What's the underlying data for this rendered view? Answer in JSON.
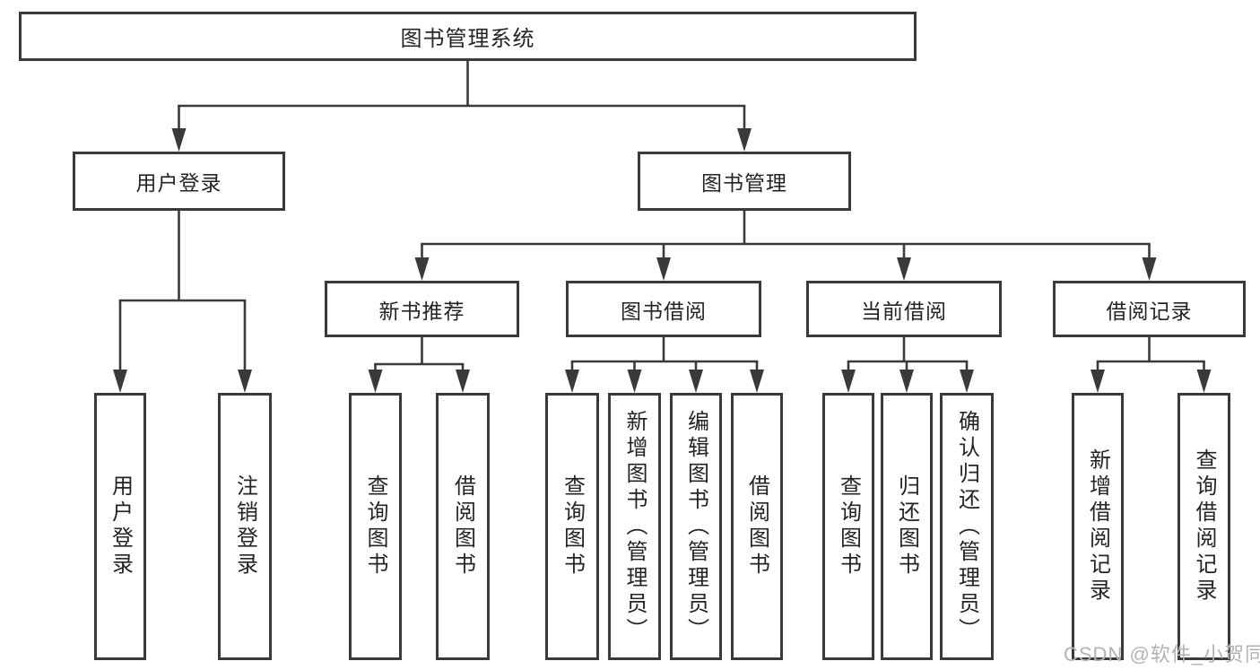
{
  "diagram": {
    "type": "hierarchy-tree",
    "colors": {
      "line": "#3a3a3a",
      "box_border": "#3a3a3a",
      "box_fill": "#ffffff",
      "text": "#242424",
      "background": "#ffffff",
      "watermark": "#b3b3b3"
    },
    "tree": {
      "label": "图书管理系统",
      "children": [
        {
          "label": "用户登录",
          "children": [
            {
              "label": "用户登录"
            },
            {
              "label": "注销登录"
            }
          ]
        },
        {
          "label": "图书管理",
          "children": [
            {
              "label": "新书推荐",
              "children": [
                {
                  "label": "查询图书"
                },
                {
                  "label": "借阅图书"
                }
              ]
            },
            {
              "label": "图书借阅",
              "children": [
                {
                  "label": "查询图书"
                },
                {
                  "label": "新增图书（管理员）"
                },
                {
                  "label": "编辑图书（管理员）"
                },
                {
                  "label": "借阅图书"
                }
              ]
            },
            {
              "label": "当前借阅",
              "children": [
                {
                  "label": "查询图书"
                },
                {
                  "label": "归还图书"
                },
                {
                  "label": "确认归还（管理员）"
                }
              ]
            },
            {
              "label": "借阅记录",
              "children": [
                {
                  "label": "新增借阅记录"
                },
                {
                  "label": "查询借阅记录"
                }
              ]
            }
          ]
        }
      ]
    }
  },
  "watermark": {
    "text": "CSDN @软件_小贺同学"
  }
}
